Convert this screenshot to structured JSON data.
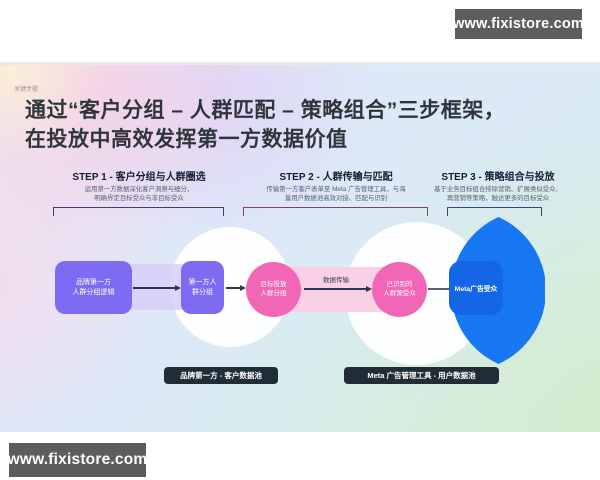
{
  "watermarks": {
    "top": "www.fixistore.com",
    "bottom": "www.fixistore.com"
  },
  "slide": {
    "eyebrow": "关键步骤",
    "title": {
      "line1": "通过“客户分组 – 人群匹配 – 策略组合”三步框架，",
      "line2": "在投放中高效发挥第一方数据价值"
    },
    "steps": [
      {
        "title": "STEP 1 - 客户分组与人群圈选",
        "desc": "运用第一方数据深化客户洞察与细分，\n明确界定目标受众与非目标受众"
      },
      {
        "title": "STEP 2 - 人群传输与匹配",
        "desc": "传输第一方客户表单至 Meta 广告管理工具，与海\n量用户数据池高效对接、匹配与识别"
      },
      {
        "title": "STEP 3 - 策略组合与投放",
        "desc": "基于业务目标组合排除营销、扩展类似受众、\n再营销等策略，触达更多的目标受众"
      }
    ],
    "flow": {
      "source_node": "品牌第一方\n人群分组逻辑",
      "segment_node": "第一方人\n群分组",
      "target_node": "目标投放\n人群分组",
      "transfer_label": "数据传输",
      "matched_node": "已识别的\n人群源受众",
      "meta_node": "Meta广告受众"
    },
    "pools": {
      "left": "品牌第一方 - 客户数据池",
      "right": "Meta 广告管理工具 - 用户数据池"
    },
    "colors": {
      "node_purple": "#7d6cf1",
      "band_purple": "#d9cdf8",
      "node_pink": "#f167b5",
      "band_pink": "#f9d0e6",
      "meta_box_blue": "#1566e6",
      "lens_blue": "#1877f2",
      "pill_dark": "#202c36",
      "bracket_purple": "#4a3a72",
      "bracket_maroon": "#8a3f62",
      "bracket_blue": "#2a4a7a"
    }
  }
}
